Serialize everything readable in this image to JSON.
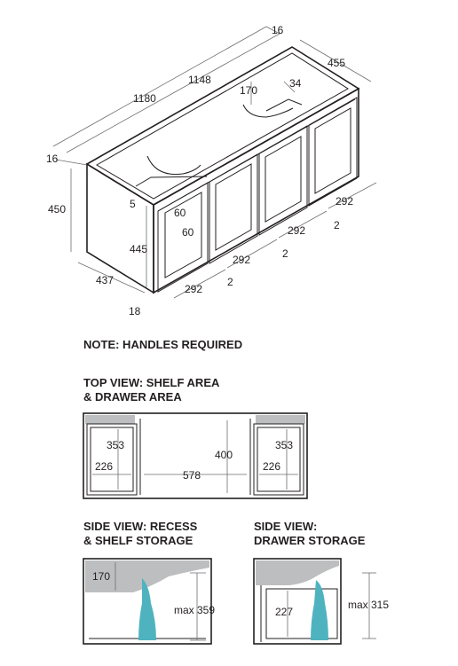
{
  "iso": {
    "width_overall": "1180",
    "width_inner": "1148",
    "side_thickness_top": "16",
    "depth_overall": "455",
    "basin_cutout": "170",
    "rear_gap": "34",
    "left_thickness": "16",
    "height_overall": "450",
    "top_offset": "5",
    "inner_height": "445",
    "side_depth": "437",
    "plinth": "18",
    "rail_60_a": "60",
    "rail_60_b": "60",
    "door_width_1": "292",
    "door_width_2": "292",
    "door_width_3": "292",
    "door_width_4": "292",
    "door_gap_1": "2",
    "door_gap_2": "2",
    "door_gap_3": "2"
  },
  "note": "NOTE: HANDLES REQUIRED",
  "top_view": {
    "title_line1": "TOP VIEW: SHELF AREA",
    "title_line2": "& DRAWER AREA",
    "left_depth": "353",
    "left_width": "226",
    "center_depth": "400",
    "center_width": "578",
    "right_depth": "353",
    "right_width": "226"
  },
  "side_recess": {
    "title_line1": "SIDE VIEW: RECESS",
    "title_line2": "& SHELF STORAGE",
    "recess": "170",
    "max_height": "max 359"
  },
  "side_drawer": {
    "title_line1": "SIDE VIEW:",
    "title_line2": "DRAWER STORAGE",
    "drawer_height": "227",
    "max_height": "max 315"
  },
  "colors": {
    "line": "#231f20",
    "fill_grey": "#bcbec0",
    "bottle": "#4fb3bf"
  }
}
